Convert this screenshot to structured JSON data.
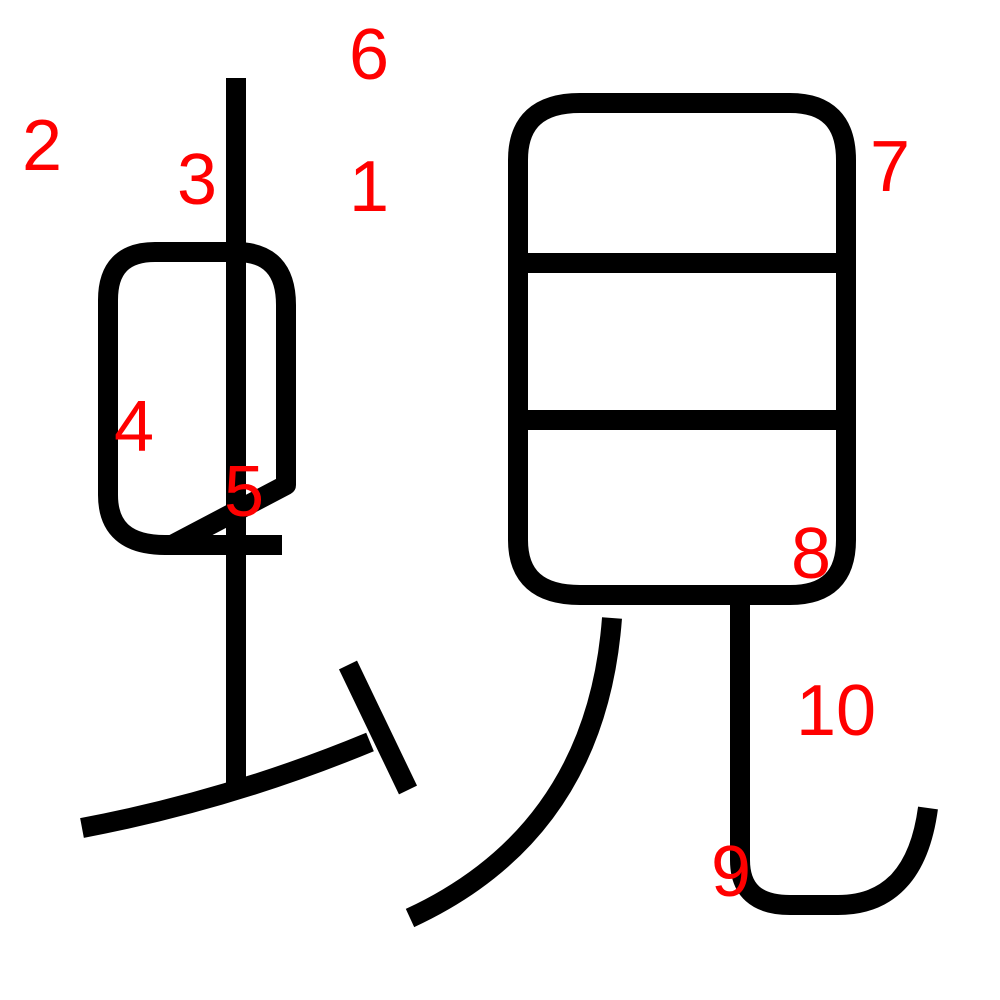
{
  "colors": {
    "stroke": "#000000",
    "label": "#ff0000",
    "background": "#ffffff"
  },
  "labels": [
    "1",
    "2",
    "3",
    "4",
    "5",
    "6",
    "7",
    "8",
    "9",
    "10"
  ]
}
